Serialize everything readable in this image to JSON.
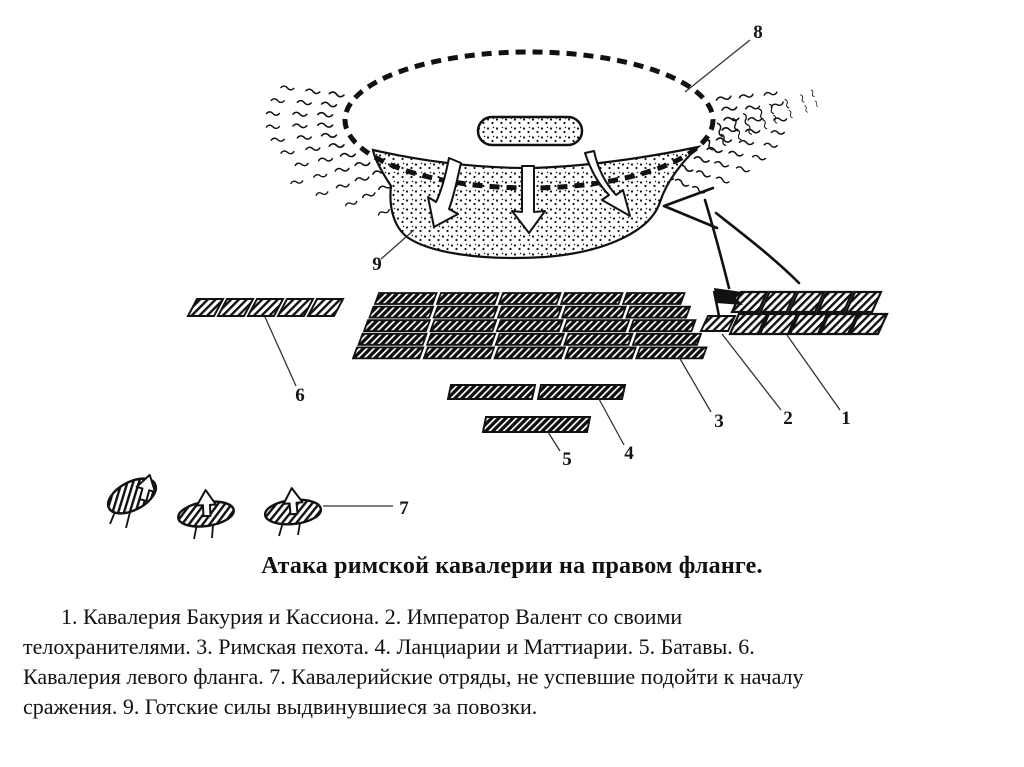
{
  "title": "Атака римской кавалерии на правом фланге.",
  "caption_lines": [
    "1. Кавалерия Бакурия и Кассиона. 2. Император Валент со своими",
    "телохранителями. 3. Римская пехота. 4. Ланциарии и Маттиарии. 5. Батавы. 6.",
    "Кавалерия левого фланга. 7. Кавалерийские отряды, не успевшие подойти к началу",
    "сражения. 9. Готские силы выдвинувшиеся за повозки."
  ],
  "labels": {
    "n1": "1",
    "n2": "2",
    "n3": "3",
    "n4": "4",
    "n5": "5",
    "n6": "6",
    "n7": "7",
    "n8": "8",
    "n9": "9"
  },
  "colors": {
    "ink": "#111111",
    "paper": "#ffffff"
  }
}
